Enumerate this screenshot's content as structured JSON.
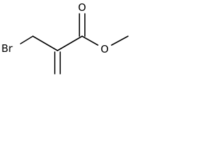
{
  "molecule": {
    "atoms": {
      "bromine": "Br",
      "carbonyl_oxygen": "O",
      "ester_oxygen": "O"
    }
  }
}
